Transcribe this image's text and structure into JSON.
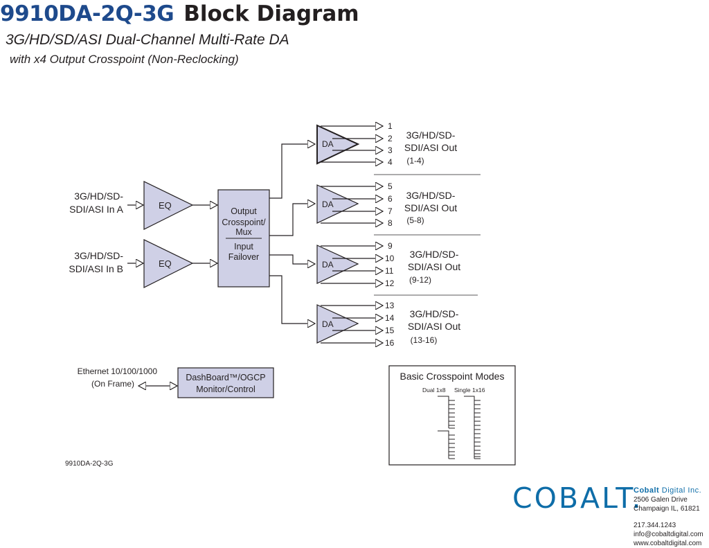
{
  "title": {
    "model": "9910DA-2Q-3G",
    "rest": "Block Diagram"
  },
  "subtitle": {
    "line1": "3G/HD/SD/ASI Dual-Channel Multi-Rate DA",
    "line2": "with x4 Output Crosspoint (Non-Reclocking)"
  },
  "inputs": [
    {
      "line1": "3G/HD/SD-",
      "line2": "SDI/ASI In A"
    },
    {
      "line1": "3G/HD/SD-",
      "line2": "SDI/ASI In B"
    }
  ],
  "eq_label": "EQ",
  "da_label": "DA",
  "crosspoint": {
    "line1": "Output",
    "line2": "Crosspoint/",
    "line3": "Mux",
    "line4": "Input",
    "line5": "Failover"
  },
  "output_groups": [
    {
      "line1": "3G/HD/SD-",
      "line2": "SDI/ASI Out",
      "range": "(1-4)",
      "ports": [
        "1",
        "2",
        "3",
        "4"
      ]
    },
    {
      "line1": "3G/HD/SD-",
      "line2": "SDI/ASI Out",
      "range": "(5-8)",
      "ports": [
        "5",
        "6",
        "7",
        "8"
      ]
    },
    {
      "line1": "3G/HD/SD-",
      "line2": "SDI/ASI Out",
      "range": "(9-12)",
      "ports": [
        "9",
        "10",
        "11",
        "12"
      ]
    },
    {
      "line1": "3G/HD/SD-",
      "line2": "SDI/ASI Out",
      "range": "(13-16)",
      "ports": [
        "13",
        "14",
        "15",
        "16"
      ]
    }
  ],
  "ethernet": {
    "line1": "Ethernet 10/100/1000",
    "line2": "(On Frame)"
  },
  "control": {
    "line1": "DashBoard™/OGCP",
    "line2": "Monitor/Control"
  },
  "modes": {
    "title": "Basic Crosspoint Modes",
    "dual": "Dual 1x8",
    "single": "Single 1x16"
  },
  "footer_model": "9910DA-2Q-3G",
  "company": {
    "logo": "COBALT.",
    "name_bold": "Cobalt",
    "name_rest": " Digital Inc.",
    "address1": "2506 Galen Drive",
    "address2": "Champaign IL, 61821",
    "phone": "217.344.1243",
    "email": "info@cobaltdigital.com",
    "web": "www.cobaltdigital.com"
  },
  "colors": {
    "block_fill": "#cfd0e6",
    "title_blue": "#1e4a8c",
    "logo_blue": "#0e6da8"
  }
}
